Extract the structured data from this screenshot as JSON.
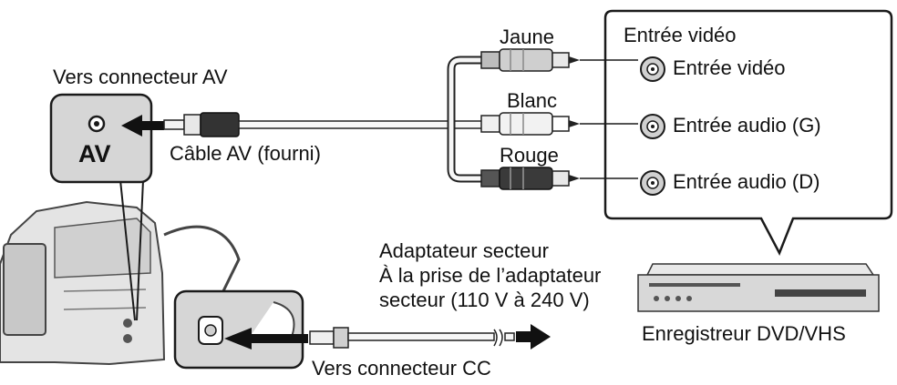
{
  "labels": {
    "vers_av": "Vers connecteur AV",
    "av_port": "AV",
    "cable": "Câble AV (fourni)",
    "jaune": "Jaune",
    "blanc": "Blanc",
    "rouge": "Rouge",
    "box_title": "Entrée vidéo",
    "in_video": "Entrée vidéo",
    "in_audio_g": "Entrée audio (G)",
    "in_audio_d": "Entrée audio (D)",
    "adapter": "Adaptateur secteur\nÀ la prise de l’adaptateur\nsecteur (110 V à 240 V)",
    "recorder": "Enregistreur DVD/VHS",
    "vers_cc": "Vers connecteur CC"
  },
  "colors": {
    "panel_gray": "#d6d6d6",
    "line": "#1a1a1a",
    "yellow_plug": "#cfcfcf",
    "white_plug": "#f2f2f2",
    "red_plug": "#3a3a3a"
  },
  "icons": [
    "camcorder-icon",
    "av-jack-icon",
    "dc-jack-icon",
    "rca-plug-icon",
    "input-jack-icon",
    "dvd-recorder-icon",
    "arrow-icon"
  ]
}
